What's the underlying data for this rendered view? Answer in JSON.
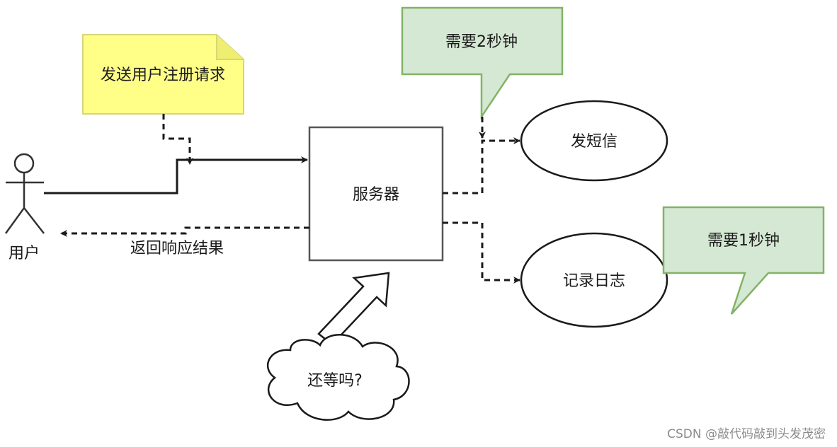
{
  "diagram": {
    "user_label": "用户",
    "note_request": "发送用户注册请求",
    "server_label": "服务器",
    "return_label": "返回响应结果",
    "callout_sms_time": "需要2秒钟",
    "callout_log_time": "需要1秒钟",
    "sms_label": "发短信",
    "log_label": "记录日志",
    "cloud_label": "还等吗?"
  },
  "watermark": "CSDN @敲代码敲到头发茂密",
  "colors": {
    "note_fill": "#ffff88",
    "note_stroke": "#d6d67a",
    "callout_fill": "#d5e8d4",
    "callout_stroke": "#82b366",
    "line": "#1a1a1a"
  }
}
